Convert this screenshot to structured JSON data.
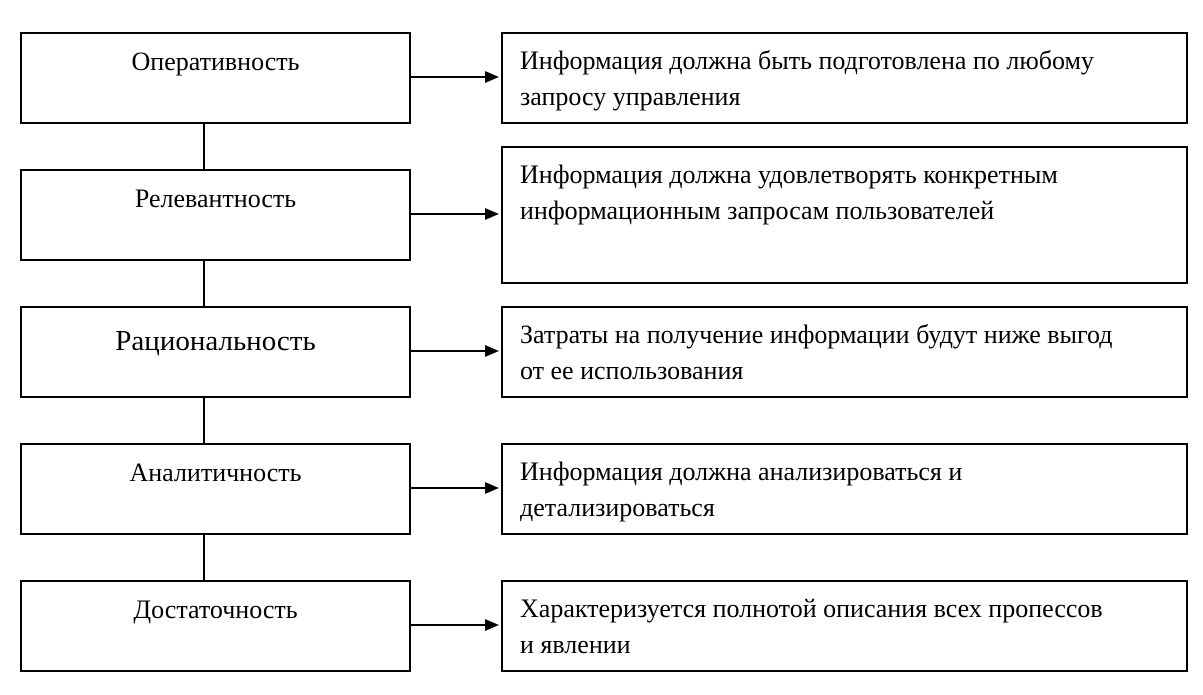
{
  "rows": [
    {
      "property": "Оперативность",
      "description": "Информация должна быть подготовлена по любому запросу управления"
    },
    {
      "property": "Релевантность",
      "description": "Информация должна удовлетворять конкретным информационным запросам пользователей"
    },
    {
      "property": "Рациональность",
      "description": "Затраты на получение информации будут ниже выгод от ее использования"
    },
    {
      "property": "Аналитичность",
      "description": "Информация должна анализироваться и детализироваться"
    },
    {
      "property": "Достаточность",
      "description": "Характеризуется полнотой описания всех пропессов и явлении"
    }
  ]
}
